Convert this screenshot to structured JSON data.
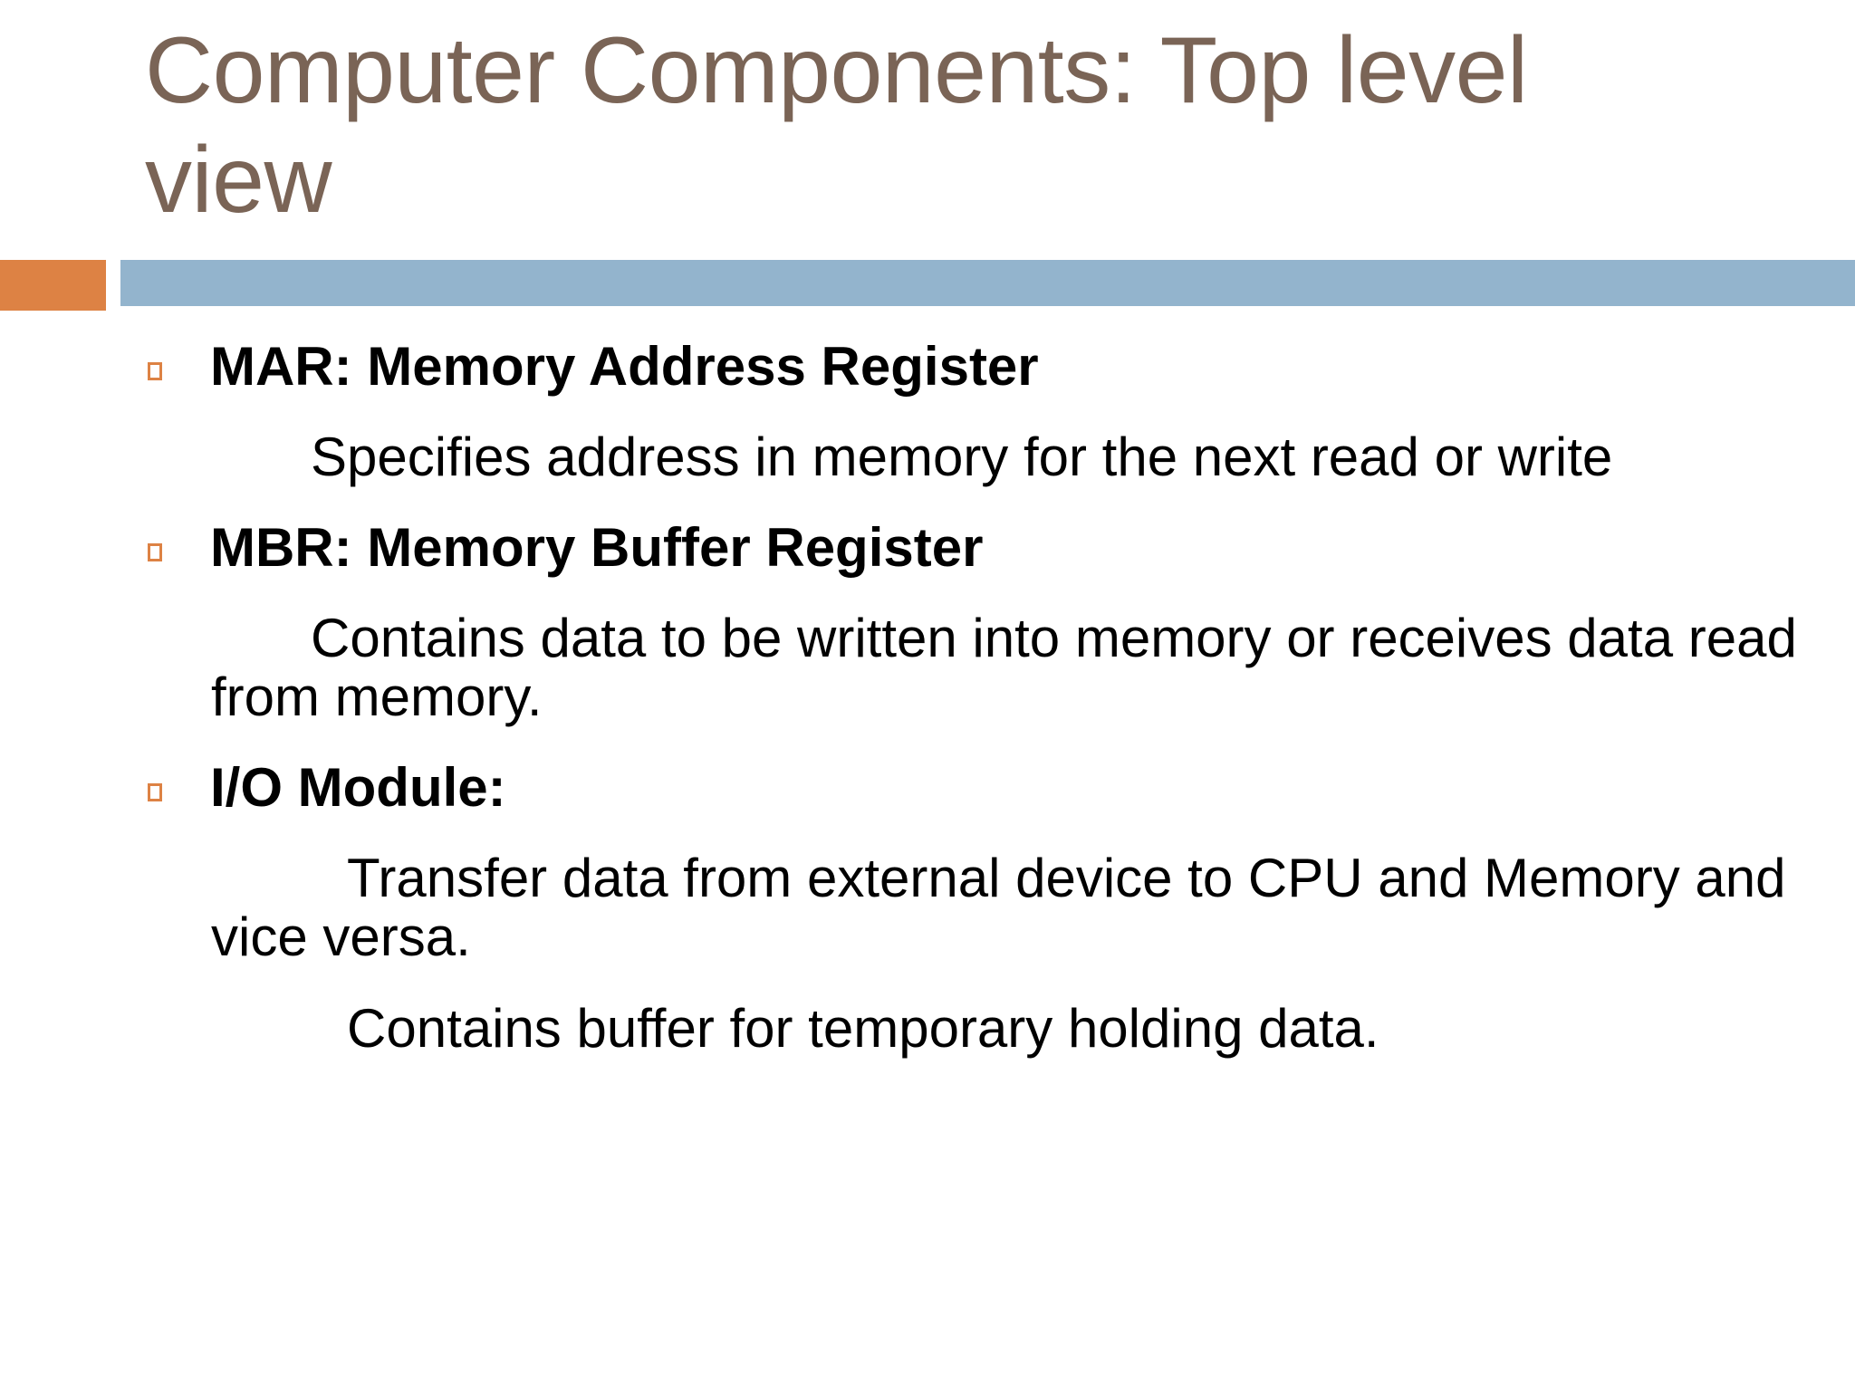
{
  "slide": {
    "title": "Computer Components: Top level\nview",
    "title_color": "#7a6456",
    "accent_orange": "#dd8244",
    "accent_blue": "#93b4cd",
    "bullet_color": "#dd8244",
    "body_color": "#000000",
    "background": "#ffffff",
    "bullets": [
      {
        "marker": "hollow-square-bullet",
        "heading": "MAR: Memory Address Register",
        "body": "Specifies address in memory for the next read or write"
      },
      {
        "marker": "hollow-square-bullet",
        "heading": "MBR: Memory Buffer Register",
        "body": "Contains data to be written into memory or receives data read from memory."
      },
      {
        "marker": "hollow-square-bullet",
        "heading": "I/O Module:",
        "body": "Transfer data from external device to CPU and Memory and vice versa.",
        "body2": "Contains buffer for temporary holding data."
      }
    ]
  }
}
